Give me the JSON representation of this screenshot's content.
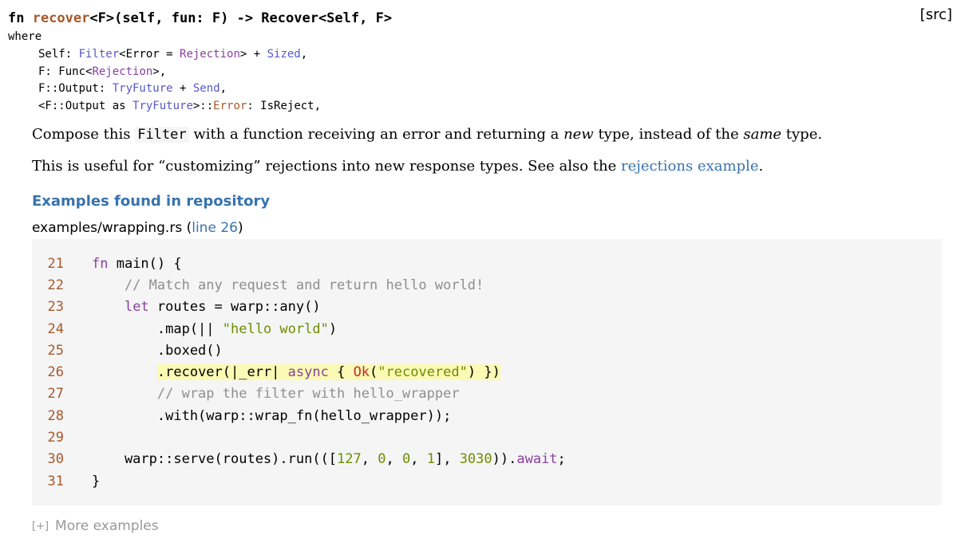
{
  "signature": {
    "prefix": "fn ",
    "name": "recover",
    "suffix": "<F>(self, fun: F) -> Recover<Self, F>",
    "src_label": "[src]"
  },
  "where_clause": {
    "keyword": "where",
    "lines": [
      [
        {
          "t": "Self: ",
          "c": ""
        },
        {
          "t": "Filter",
          "c": "blue"
        },
        {
          "t": "<Error = ",
          "c": ""
        },
        {
          "t": "Rejection",
          "c": "purple"
        },
        {
          "t": "> + ",
          "c": ""
        },
        {
          "t": "Sized",
          "c": "blue"
        },
        {
          "t": ",",
          "c": ""
        }
      ],
      [
        {
          "t": "F: Func<",
          "c": ""
        },
        {
          "t": "Rejection",
          "c": "purple"
        },
        {
          "t": ">,",
          "c": ""
        }
      ],
      [
        {
          "t": "F::Output: ",
          "c": ""
        },
        {
          "t": "TryFuture",
          "c": "blue"
        },
        {
          "t": " + ",
          "c": ""
        },
        {
          "t": "Send",
          "c": "blue"
        },
        {
          "t": ",",
          "c": ""
        }
      ],
      [
        {
          "t": "<F::Output as ",
          "c": ""
        },
        {
          "t": "TryFuture",
          "c": "blue"
        },
        {
          "t": ">::",
          "c": ""
        },
        {
          "t": "Error",
          "c": "brown"
        },
        {
          "t": ": IsReject,",
          "c": ""
        }
      ]
    ]
  },
  "docs": {
    "p1_a": "Compose this ",
    "p1_code": "Filter",
    "p1_b": " with a function receiving an error and returning a ",
    "p1_em1": "new",
    "p1_c": " type, instead of the ",
    "p1_em2": "same",
    "p1_d": " type.",
    "p2_a": "This is useful for “customizing” rejections into new response types. See also the ",
    "p2_link": "rejections example",
    "p2_b": "."
  },
  "examples": {
    "heading": "Examples found in repository",
    "file": "examples/wrapping.rs",
    "line_prefix": " (",
    "line_link": "line 26",
    "line_suffix": ")",
    "more_toggle": "[+]",
    "more_label": "More examples"
  },
  "code": [
    {
      "n": "21",
      "hl": false,
      "tokens": [
        {
          "t": "fn",
          "c": "purple"
        },
        {
          "t": " main() {",
          "c": ""
        }
      ]
    },
    {
      "n": "22",
      "hl": false,
      "tokens": [
        {
          "t": "    // Match any request and return hello world!",
          "c": "comment"
        }
      ]
    },
    {
      "n": "23",
      "hl": false,
      "tokens": [
        {
          "t": "    ",
          "c": ""
        },
        {
          "t": "let",
          "c": "purple"
        },
        {
          "t": " routes = warp::any()",
          "c": ""
        }
      ]
    },
    {
      "n": "24",
      "hl": false,
      "tokens": [
        {
          "t": "        .map(|| ",
          "c": ""
        },
        {
          "t": "\"hello world\"",
          "c": "string"
        },
        {
          "t": ")",
          "c": ""
        }
      ]
    },
    {
      "n": "25",
      "hl": false,
      "tokens": [
        {
          "t": "        .boxed()",
          "c": ""
        }
      ]
    },
    {
      "n": "26",
      "hl": true,
      "tokens": [
        {
          "t": "        ",
          "c": "nohl"
        },
        {
          "t": ".recover(|_err| ",
          "c": ""
        },
        {
          "t": "async",
          "c": "purple"
        },
        {
          "t": " { ",
          "c": ""
        },
        {
          "t": "Ok",
          "c": "red"
        },
        {
          "t": "(",
          "c": ""
        },
        {
          "t": "\"recovered\"",
          "c": "string"
        },
        {
          "t": ") })",
          "c": ""
        }
      ]
    },
    {
      "n": "27",
      "hl": false,
      "tokens": [
        {
          "t": "        // wrap the filter with hello_wrapper",
          "c": "comment"
        }
      ]
    },
    {
      "n": "28",
      "hl": false,
      "tokens": [
        {
          "t": "        .with(warp::wrap_fn(hello_wrapper));",
          "c": ""
        }
      ]
    },
    {
      "n": "29",
      "hl": false,
      "tokens": [
        {
          "t": "",
          "c": ""
        }
      ]
    },
    {
      "n": "30",
      "hl": false,
      "tokens": [
        {
          "t": "    warp::serve(routes).run(([",
          "c": ""
        },
        {
          "t": "127",
          "c": "num"
        },
        {
          "t": ", ",
          "c": ""
        },
        {
          "t": "0",
          "c": "num"
        },
        {
          "t": ", ",
          "c": ""
        },
        {
          "t": "0",
          "c": "num"
        },
        {
          "t": ", ",
          "c": ""
        },
        {
          "t": "1",
          "c": "num"
        },
        {
          "t": "], ",
          "c": ""
        },
        {
          "t": "3030",
          "c": "num"
        },
        {
          "t": ")).",
          "c": ""
        },
        {
          "t": "await",
          "c": "purple"
        },
        {
          "t": ";",
          "c": ""
        }
      ]
    },
    {
      "n": "31",
      "hl": false,
      "tokens": [
        {
          "t": "}",
          "c": ""
        }
      ]
    }
  ]
}
